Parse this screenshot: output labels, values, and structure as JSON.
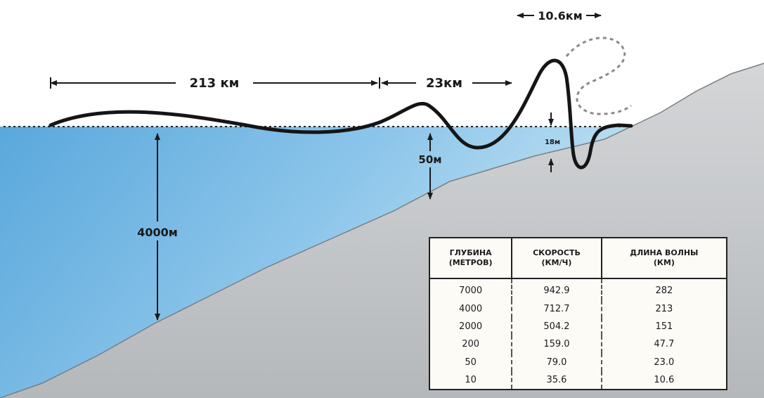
{
  "diagram": {
    "dimensions": {
      "wavelength_open": "213 км",
      "wavelength_shelf": "23км",
      "wavelength_coast": "10.6км",
      "depth_open": "4000м",
      "depth_shelf": "50м",
      "wave_height": "18м"
    },
    "colors": {
      "water_deep": "#5aa8dc",
      "water_shallow": "#c4e3f3",
      "seabed": "#c2c5c8",
      "wave_line": "#151515"
    }
  },
  "table": {
    "headers": [
      [
        "ГЛУБИНА",
        "(МЕТРОВ)"
      ],
      [
        "СКОРОСТЬ",
        "(КМ/Ч)"
      ],
      [
        "ДЛИНА ВОЛНЫ",
        "(КМ)"
      ]
    ],
    "rows": [
      [
        "7000",
        "942.9",
        "282"
      ],
      [
        "4000",
        "712.7",
        "213"
      ],
      [
        "2000",
        "504.2",
        "151"
      ],
      [
        "200",
        "159.0",
        "47.7"
      ],
      [
        "50",
        "79.0",
        "23.0"
      ],
      [
        "10",
        "35.6",
        "10.6"
      ]
    ]
  }
}
